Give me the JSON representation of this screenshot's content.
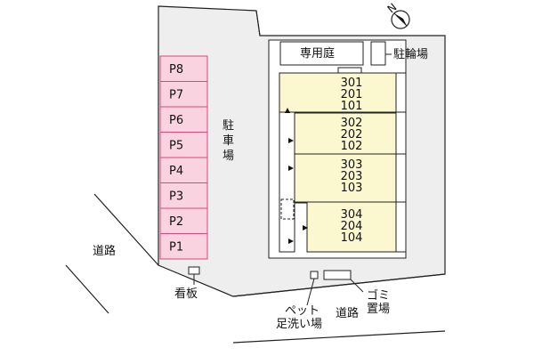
{
  "parking": {
    "label": "駐車場",
    "spaces": [
      "P8",
      "P7",
      "P6",
      "P5",
      "P4",
      "P3",
      "P2",
      "P1"
    ]
  },
  "building": {
    "private_garden": "専用庭",
    "units": [
      {
        "rooms": [
          "301",
          "201",
          "101"
        ]
      },
      {
        "rooms": [
          "302",
          "202",
          "102"
        ]
      },
      {
        "rooms": [
          "303",
          "203",
          "103"
        ]
      },
      {
        "rooms": [
          "304",
          "204",
          "104"
        ]
      }
    ]
  },
  "labels": {
    "bicycle_parking": "駐輪場",
    "road_left": "道路",
    "road_bottom": "道路",
    "signboard": "看板",
    "pet_wash_line1": "ペット",
    "pet_wash_line2": "足洗い場",
    "garbage_line1": "ゴミ",
    "garbage_line2": "置場",
    "compass": "N"
  },
  "colors": {
    "parking_fill": "#f9d3df",
    "parking_stroke": "#e0457a",
    "unit_fill": "#fbf8cf",
    "lot_fill": "#eeeeee",
    "line": "#222222"
  }
}
